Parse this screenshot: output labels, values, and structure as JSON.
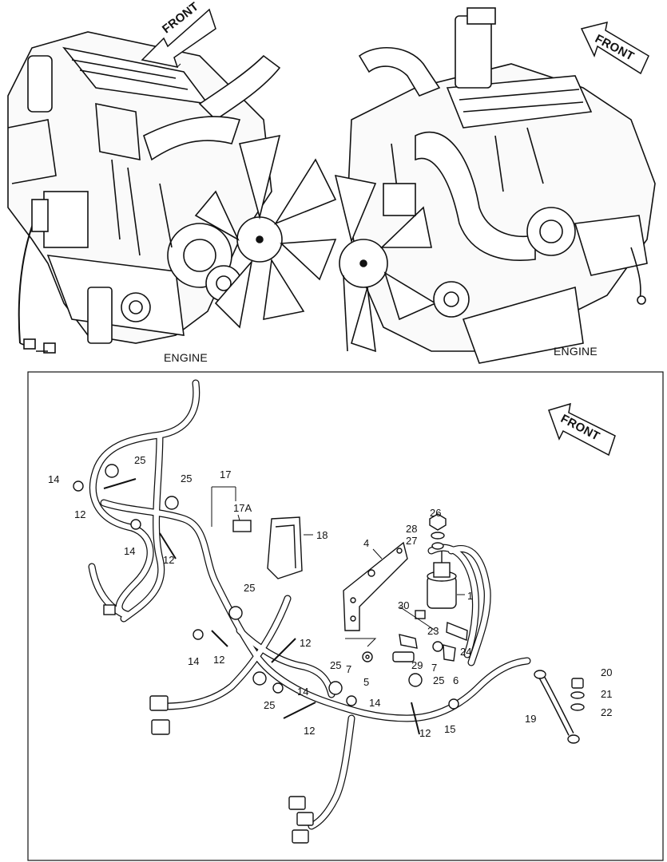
{
  "engine_views": {
    "left_label": "ENGINE",
    "right_label": "ENGINE",
    "left_arrow": "FRONT",
    "right_arrow": "FRONT"
  },
  "harness": {
    "front_arrow": "FRONT",
    "callouts": [
      "14",
      "25",
      "12",
      "25",
      "14",
      "12",
      "17",
      "17A",
      "18",
      "26",
      "28",
      "27",
      "4",
      "1",
      "30",
      "23",
      "25",
      "14",
      "12",
      "12",
      "14",
      "25",
      "14",
      "7",
      "24",
      "25",
      "5",
      "29",
      "7",
      "25",
      "6",
      "20",
      "21",
      "22",
      "19",
      "12",
      "12",
      "15"
    ]
  }
}
